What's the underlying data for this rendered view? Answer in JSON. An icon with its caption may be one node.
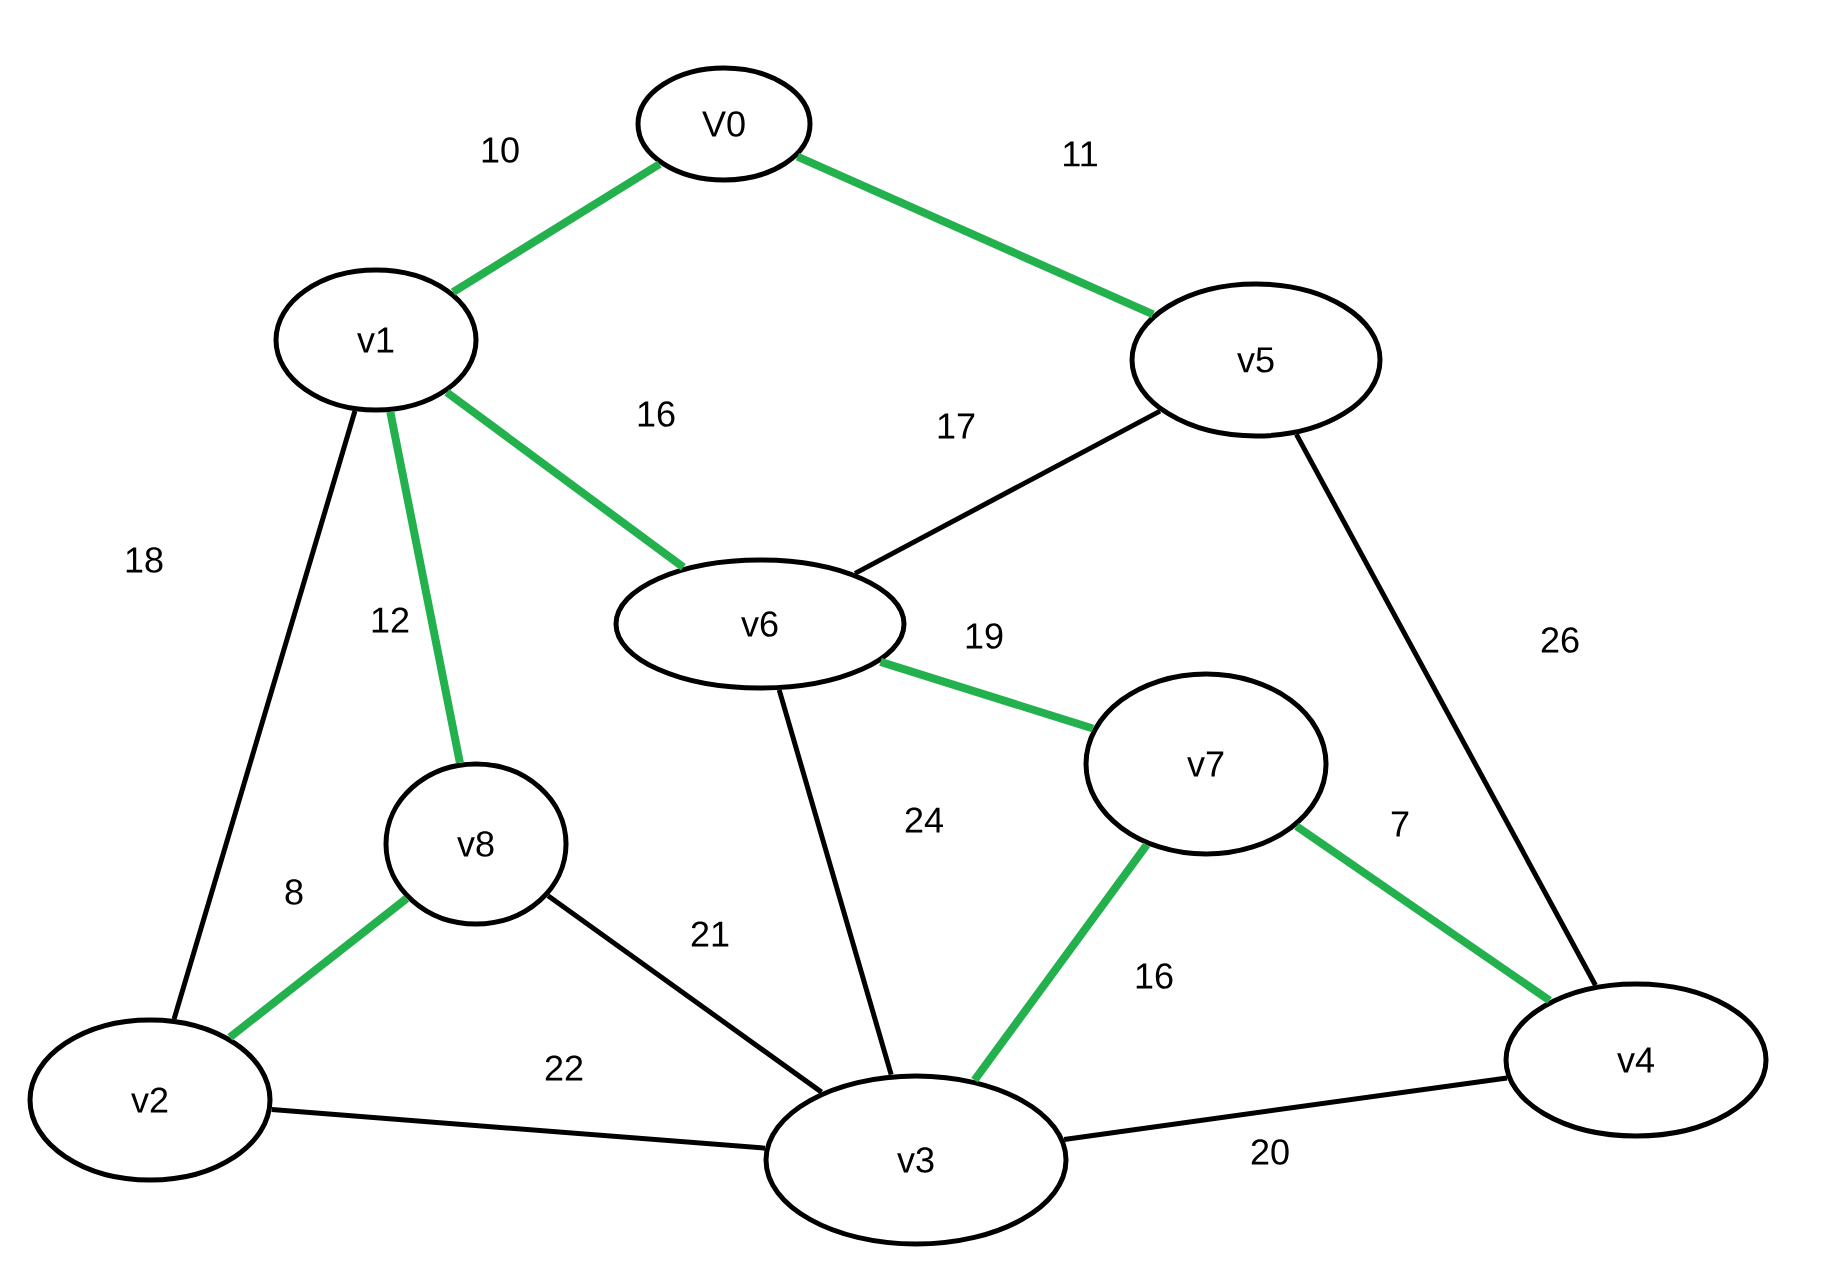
{
  "diagram": {
    "nodes": [
      {
        "text": [
          "V0"
        ]
      },
      {
        "text": [
          "v1"
        ]
      },
      {
        "text": [
          "v5"
        ]
      },
      {
        "text": [
          "v6"
        ]
      },
      {
        "text": [
          "v7"
        ]
      },
      {
        "text": [
          "v8"
        ]
      },
      {
        "text": [
          "v2"
        ]
      },
      {
        "text": [
          "v3"
        ]
      },
      {
        "text": [
          "v4"
        ]
      }
    ],
    "edges": [
      {
        "from": 0,
        "to": 1,
        "arrow": "none",
        "label": "10",
        "color": "#22b14c"
      },
      {
        "from": 0,
        "to": 2,
        "arrow": "none",
        "label": "11",
        "color": "#22b14c"
      },
      {
        "from": 1,
        "to": 3,
        "arrow": "none",
        "label": "16",
        "color": "#22b14c"
      },
      {
        "from": 2,
        "to": 3,
        "arrow": "none",
        "label": "17",
        "color": "#000000"
      },
      {
        "from": 1,
        "to": 6,
        "arrow": "none",
        "label": "18",
        "color": "#000000"
      },
      {
        "from": 1,
        "to": 5,
        "arrow": "none",
        "label": "12",
        "color": "#22b14c"
      },
      {
        "from": 3,
        "to": 4,
        "arrow": "none",
        "label": "19",
        "color": "#22b14c"
      },
      {
        "from": 3,
        "to": 7,
        "arrow": "none",
        "label": "24",
        "color": "#000000"
      },
      {
        "from": 2,
        "to": 8,
        "arrow": "none",
        "label": "26",
        "color": "#000000"
      },
      {
        "from": 4,
        "to": 8,
        "arrow": "none",
        "label": "7",
        "color": "#22b14c"
      },
      {
        "from": 4,
        "to": 7,
        "arrow": "none",
        "label": "16",
        "color": "#22b14c"
      },
      {
        "from": 5,
        "to": 6,
        "arrow": "none",
        "label": "8",
        "color": "#22b14c"
      },
      {
        "from": 5,
        "to": 7,
        "arrow": "none",
        "label": "21",
        "color": "#000000"
      },
      {
        "from": 6,
        "to": 7,
        "arrow": "none",
        "label": "22",
        "color": "#000000"
      },
      {
        "from": 7,
        "to": 8,
        "arrow": "none",
        "label": "20",
        "color": "#000000"
      }
    ]
  }
}
